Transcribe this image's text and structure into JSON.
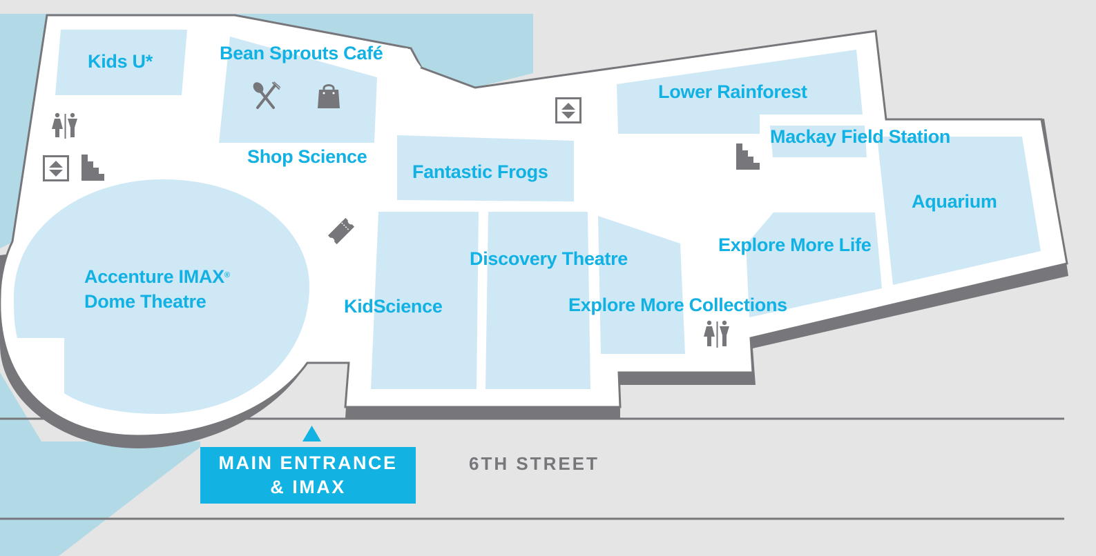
{
  "map": {
    "colors": {
      "background": "#e5e5e5",
      "water": "#b1d9e6",
      "floor": "#ffffff",
      "exhibit": "#cfe8f6",
      "wall": "#77767b",
      "label": "#12b1e3",
      "entrance": "#12b3e3",
      "icon": "#77767b"
    },
    "areas": [
      {
        "id": "kids-u",
        "label": "Kids U*"
      },
      {
        "id": "bean-sprouts-cafe",
        "label": "Bean Sprouts Café"
      },
      {
        "id": "shop-science",
        "label": "Shop Science"
      },
      {
        "id": "fantastic-frogs",
        "label": "Fantastic Frogs"
      },
      {
        "id": "lower-rainforest",
        "label": "Lower Rainforest"
      },
      {
        "id": "mackay-field-station",
        "label": "Mackay Field Station"
      },
      {
        "id": "aquarium",
        "label": "Aquarium"
      },
      {
        "id": "explore-more-life",
        "label": "Explore More Life"
      },
      {
        "id": "discovery-theatre",
        "label": "Discovery Theatre"
      },
      {
        "id": "kidscience",
        "label": "KidScience"
      },
      {
        "id": "explore-more-collections",
        "label": "Explore More Collections"
      },
      {
        "id": "imax-dome",
        "label_line1": "Accenture IMAX",
        "registered": "®",
        "label_line2": "Dome Theatre"
      }
    ],
    "amenities": [
      {
        "type": "restroom-icon",
        "location": "west"
      },
      {
        "type": "elevator-icon",
        "location": "west"
      },
      {
        "type": "stairs-icon",
        "location": "west"
      },
      {
        "type": "dining-icon",
        "location": "bean-sprouts-cafe"
      },
      {
        "type": "shopping-bag-icon",
        "location": "shop-science"
      },
      {
        "type": "ticket-icon",
        "location": "lobby"
      },
      {
        "type": "elevator-icon",
        "location": "center"
      },
      {
        "type": "stairs-icon",
        "location": "east"
      },
      {
        "type": "restroom-icon",
        "location": "south-east"
      }
    ],
    "entrance": {
      "line1": "MAIN ENTRANCE",
      "line2": "& IMAX",
      "arrow": "up-arrow-icon"
    },
    "street": "6TH STREET"
  }
}
